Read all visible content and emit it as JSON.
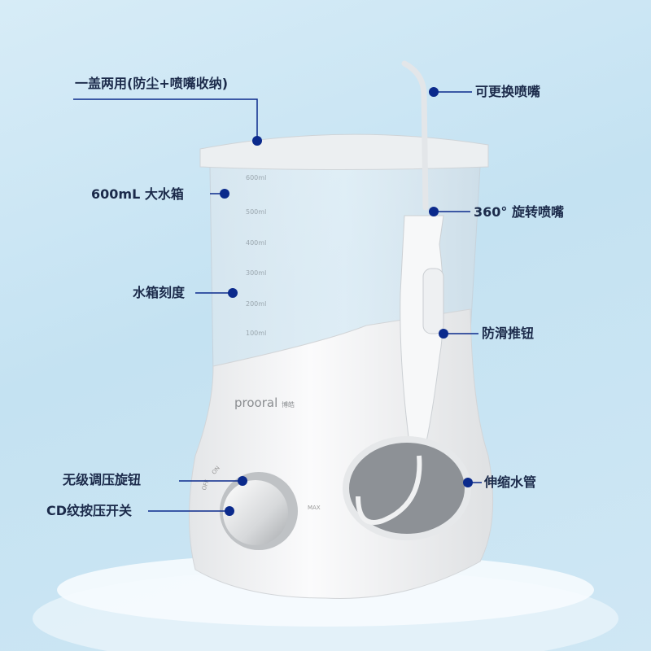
{
  "callouts": {
    "lid": "一盖两用(防尘+喷嘴收纳)",
    "nozzle": "可更换喷嘴",
    "tank": "600mL 大水箱",
    "rotate": "360° 旋转喷嘴",
    "scale": "水箱刻度",
    "slider": "防滑推钮",
    "knob": "无级调压旋钮",
    "hose": "伸缩水管",
    "switch": "CD纹按压开关"
  },
  "tank_scale": [
    "600ml",
    "500ml",
    "400ml",
    "300ml",
    "200ml",
    "100ml"
  ],
  "brand": {
    "logo": "prooral",
    "cn": "博皓"
  },
  "dial": {
    "off": "OFF",
    "on": "ON",
    "max": "MAX"
  },
  "colors": {
    "accent": "#0b2a8c",
    "text": "#1b2a4a",
    "device": "#f4f5f6"
  }
}
